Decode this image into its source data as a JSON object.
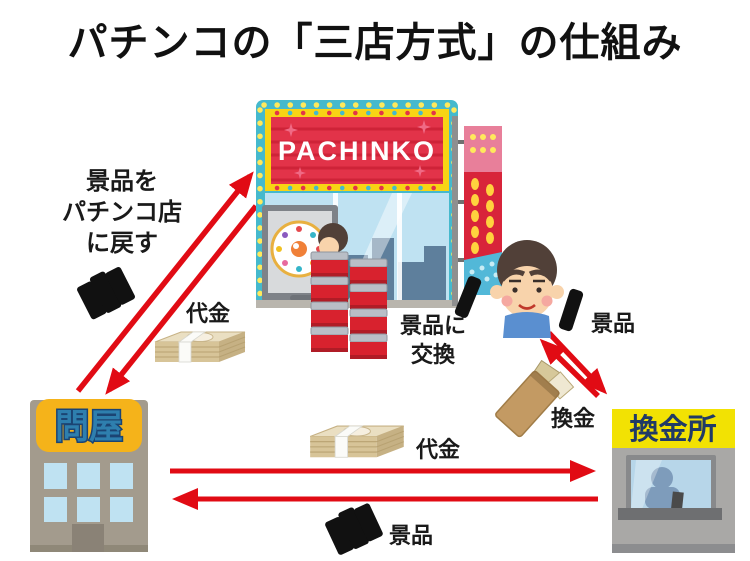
{
  "title": "パチンコの「三店方式」の仕組み",
  "pachinko": {
    "sign": "PACHINKO"
  },
  "tonya": {
    "sign": "問屋"
  },
  "kankinjo": {
    "sign": "換金所"
  },
  "labels": {
    "return_prizes": "景品を\nパチンコ店\nに戻す",
    "payment_left": "代金",
    "exchange_for_prizes": "景品に\n交換",
    "prizes_right": "景品",
    "cash_exchange": "換金",
    "payment_bottom": "代金",
    "prizes_bottom": "景品"
  },
  "icons": {
    "special_prize": "black-rounded-bar-icon",
    "prize_bundle": "three-black-bars-icon",
    "money_stack": "banknote-stack-icon",
    "cash_envelope": "envelope-with-bills-icon",
    "flow_arrow": "red-arrow-icon"
  },
  "colors": {
    "arrow_red": "#e10b14",
    "marquee_red": "#e23349",
    "marquee_stripe": "#c81e33",
    "marquee_teal": "#45b9cd",
    "marquee_yellow": "#f8d414",
    "lights_yellow": "#ffe95c",
    "sign_yellow": "#f5b31a",
    "kankinjo_yellow": "#f2e203",
    "tonya_text_blue": "#2e7fae",
    "kankinjo_text_navy": "#203a66",
    "building_gray": "#a39b8d",
    "booth_gray": "#a9a8a6",
    "window_blue": "#bfe2f2",
    "glass_blue": "#b7d6e9",
    "skyline_blue": "#5e7f9c",
    "prize_black": "#111111",
    "money_tan": "#d7c498",
    "box_red": "#d8222e",
    "box_lid_gray": "#b9bec6",
    "envelope_brown": "#c39a63",
    "skin": "#f8d3ab",
    "shirt_blue": "#5a8fd0"
  }
}
